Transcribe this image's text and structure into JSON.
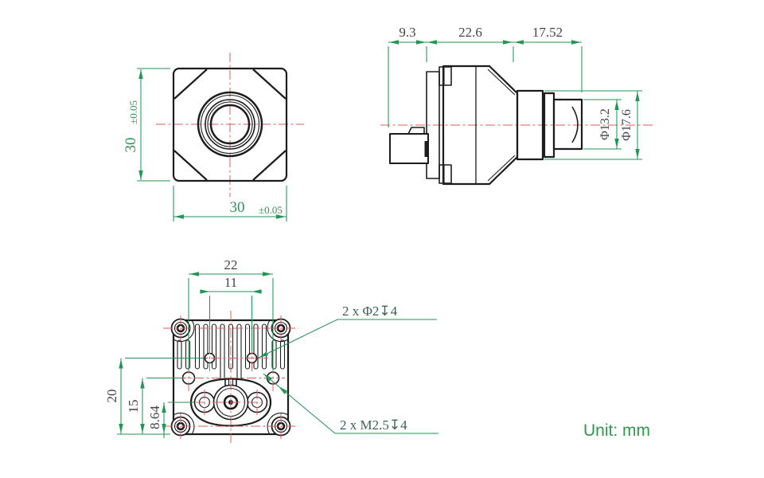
{
  "drawing": {
    "unit_label": "Unit: mm"
  },
  "front_view": {
    "height_value": "30",
    "height_tolerance": "±0.05",
    "width_value": "30",
    "width_tolerance": "±0.05"
  },
  "side_view": {
    "back_section_depth": "9.3",
    "body_depth": "22.6",
    "lens_depth": "17.52",
    "lens_front_diameter": "Φ13.2",
    "lens_barrel_diameter": "Φ17.6"
  },
  "back_view": {
    "thread_hole_spacing": "22",
    "pin_hole_spacing": "11",
    "pin_row_height": "20",
    "thread_row_height": "15",
    "connector_row_height": "8.64",
    "pin_holes_note": "2 x Φ2↧4",
    "thread_holes_note": "2 x M2.5↧4"
  },
  "colors": {
    "outline-black": "#1d1d1d",
    "dimension-green": "#219655",
    "centerline-red": "#e05b5b",
    "dim-text-green": "#2f9455",
    "dim-text-gray": "#454545",
    "annotation-teal": "#3e6156",
    "unit-green": "#2c9a4d",
    "background": "#ffffff"
  }
}
